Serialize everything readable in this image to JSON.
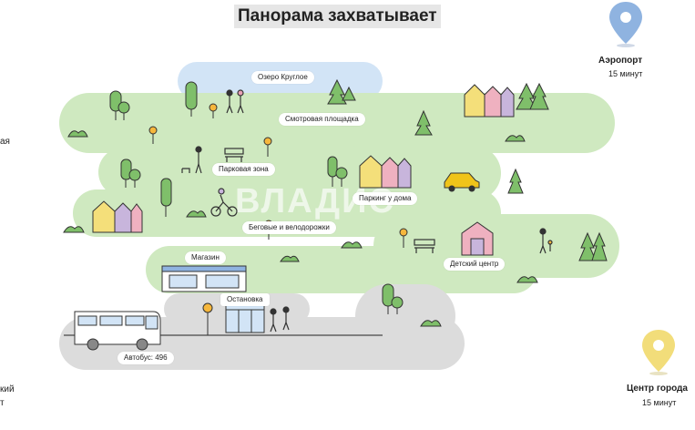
{
  "header": {
    "title": "Панорама захватывает"
  },
  "destinations": {
    "airport": {
      "name": "Аэропорт",
      "time": "15 минут",
      "pin_color": "#8fb3e0"
    },
    "center": {
      "name": "Центр города",
      "time": "15 минут",
      "pin_color": "#f2dd7a"
    }
  },
  "edge_fragments": {
    "left_top": "ая",
    "left_bottom_1": "кий",
    "left_bottom_2": "т"
  },
  "labels": {
    "lake": "Озеро Круглое",
    "viewpoint": "Смотровая площадка",
    "park": "Парковая зона",
    "parking": "Паркинг у дома",
    "tracks": "Беговые и велодорожки",
    "shop": "Магазин",
    "kids": "Детский центр",
    "stop": "Остановка",
    "bus": "Автобус: 496"
  },
  "watermark": "ВЛАДИС",
  "colors": {
    "green": "#cfe9c0",
    "lake": "#d2e4f6",
    "road": "#dcdcdc",
    "tree": "#7fbf6a",
    "house_yellow": "#f4df7a",
    "house_pink": "#efb1c0",
    "house_purple": "#c8b5dc",
    "car": "#f0c419"
  }
}
